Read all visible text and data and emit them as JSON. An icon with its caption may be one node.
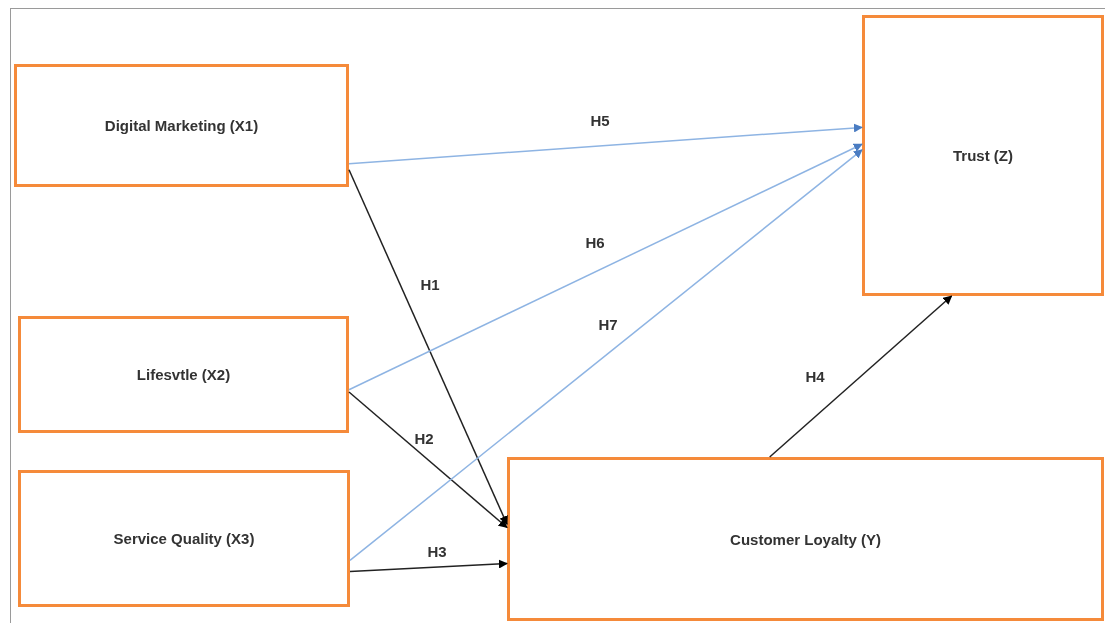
{
  "diagram": {
    "nodes": [
      {
        "text": [
          "Digital Marketing (X1)"
        ]
      },
      {
        "text": [
          "Lifesvtle (X2)"
        ]
      },
      {
        "text": [
          "Service Quality (X3)"
        ]
      },
      {
        "text": [
          "Trust (Z)"
        ]
      },
      {
        "text": [
          "Customer Loyalty (Y)"
        ]
      }
    ],
    "edges": [
      {
        "from": 0,
        "to": 4,
        "arrow": "to",
        "label": "H1"
      },
      {
        "from": 1,
        "to": 4,
        "arrow": "to",
        "label": "H2"
      },
      {
        "from": 2,
        "to": 4,
        "arrow": "to",
        "label": "H3"
      },
      {
        "from": 4,
        "to": 3,
        "arrow": "to",
        "label": "H4"
      },
      {
        "from": 0,
        "to": 3,
        "arrow": "to",
        "label": "H5",
        "color": "#8eb4e3"
      },
      {
        "from": 1,
        "to": 3,
        "arrow": "to",
        "label": "H6",
        "color": "#8eb4e3"
      },
      {
        "from": 2,
        "to": 3,
        "arrow": "to",
        "label": "H7",
        "color": "#8eb4e3"
      }
    ]
  }
}
